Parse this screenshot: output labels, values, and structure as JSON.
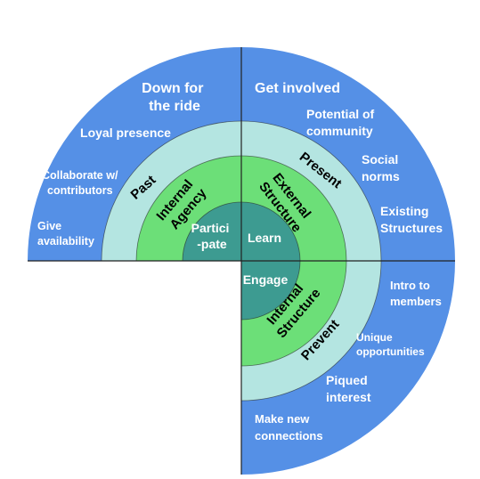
{
  "colors": {
    "outer": "#5590e6",
    "ring_pale": "#b4e5e1",
    "ring_green": "#6cdf78",
    "core": "#3d9b91",
    "divider": "#222222"
  },
  "quadrants": {
    "past": {
      "ring_label": "Past",
      "inner_label": [
        "Internal",
        "Agency"
      ],
      "core_label": [
        "Partici",
        "-pate"
      ],
      "items": [
        [
          "Down for",
          "the ride"
        ],
        [
          "Loyal presence"
        ],
        [
          "Collaborate w/",
          "contributors"
        ],
        [
          "Give",
          "availability"
        ]
      ]
    },
    "present": {
      "ring_label": "Present",
      "inner_label": [
        "External",
        "Structure"
      ],
      "core_label": [
        "Learn"
      ],
      "items": [
        [
          "Get involved"
        ],
        [
          "Potential of",
          "community"
        ],
        [
          "Social",
          "norms"
        ],
        [
          "Existing",
          "Structures"
        ]
      ]
    },
    "prevent": {
      "ring_label": "Prevent",
      "inner_label": [
        "Internal",
        "Structure"
      ],
      "core_label": [
        "Engage"
      ],
      "items": [
        [
          "Intro to",
          "members"
        ],
        [
          "Unique",
          "opportunities"
        ],
        [
          "Piqued",
          "interest"
        ],
        [
          "Make new",
          "connections"
        ]
      ]
    }
  }
}
